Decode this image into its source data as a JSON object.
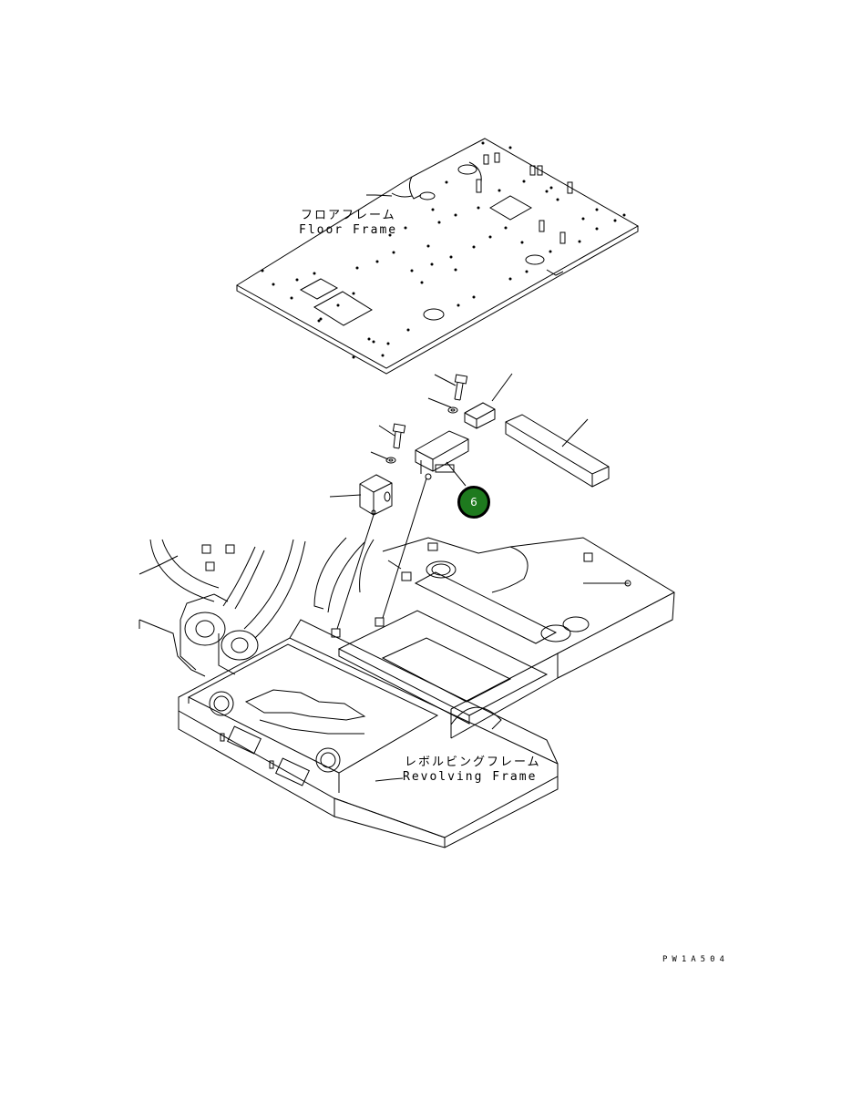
{
  "labels": {
    "floor_frame_jp": "フロアフレーム",
    "floor_frame_en": "Floor Frame",
    "revolving_frame_jp": "レボルビングフレーム",
    "revolving_frame_en": "Revolving Frame"
  },
  "callout": {
    "number": "6",
    "color": "#1e7a1e",
    "text_color": "#ffffff"
  },
  "drawing_code": "PW1A504",
  "line_color": "#000000"
}
